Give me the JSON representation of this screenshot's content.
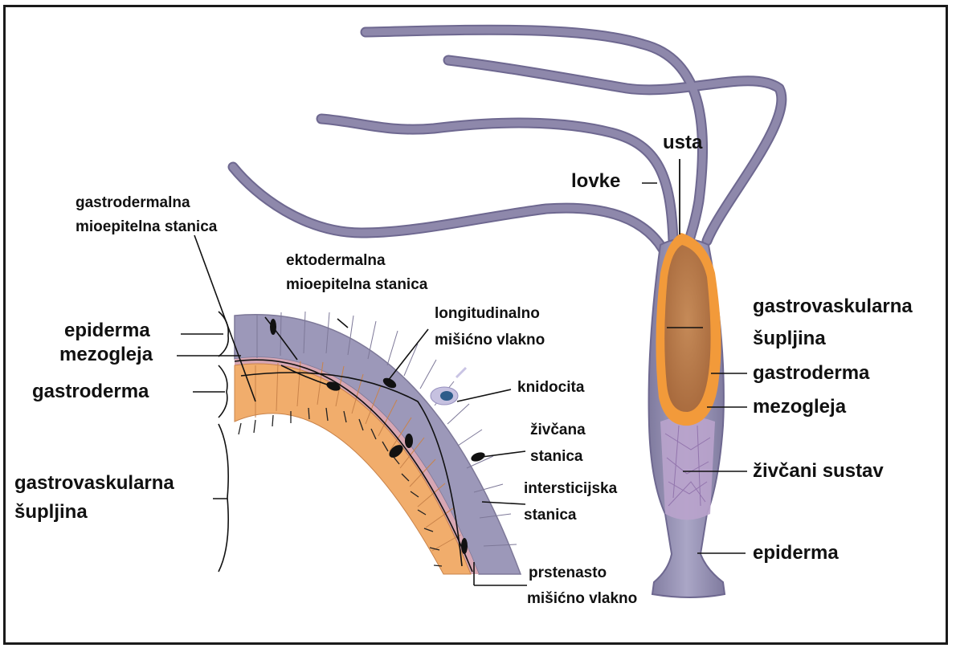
{
  "labels": {
    "usta": "usta",
    "lovke": "lovke",
    "gastrodermalna_1": "gastrodermalna",
    "gastrodermalna_2": "mioepitelna stanica",
    "ektodermalna_1": "ektodermalna",
    "ektodermalna_2": "mioepitelna stanica",
    "longitudinalno_1": "longitudinalno",
    "longitudinalno_2": "mišićno vlakno",
    "knidocita": "knidocita",
    "zivcana_1": "živčana",
    "zivcana_2": "stanica",
    "intersticijska_1": "intersticijska",
    "intersticijska_2": "stanica",
    "prstenasto_1": "prstenasto",
    "prstenasto_2": "mišićno vlakno",
    "left_epiderma": "epiderma",
    "left_mezogleja": "mezogleja",
    "left_gastroderma": "gastroderma",
    "left_gv_1": "gastrovaskularna",
    "left_gv_2": "šupljina",
    "right_gv_1": "gastrovaskularna",
    "right_gv_2": "šupljina",
    "right_gastroderma": "gastroderma",
    "right_mezogleja": "mezogleja",
    "right_zivcani": "živčani sustav",
    "right_epiderma": "epiderma"
  },
  "colors": {
    "tentacle": "#8a84a6",
    "tentacle_edge": "#6e6890",
    "epidermis": "#9c98b9",
    "epidermis_cell_line": "#7d7898",
    "mesoglea": "#d7a6b3",
    "gastrodermis": "#f1ad6c",
    "gastro_cell_line": "#c9834a",
    "cavity": "#b67a4b",
    "cavity_rim": "#f29a3a",
    "nerve_net": "#b79ac9",
    "line": "#111111"
  }
}
